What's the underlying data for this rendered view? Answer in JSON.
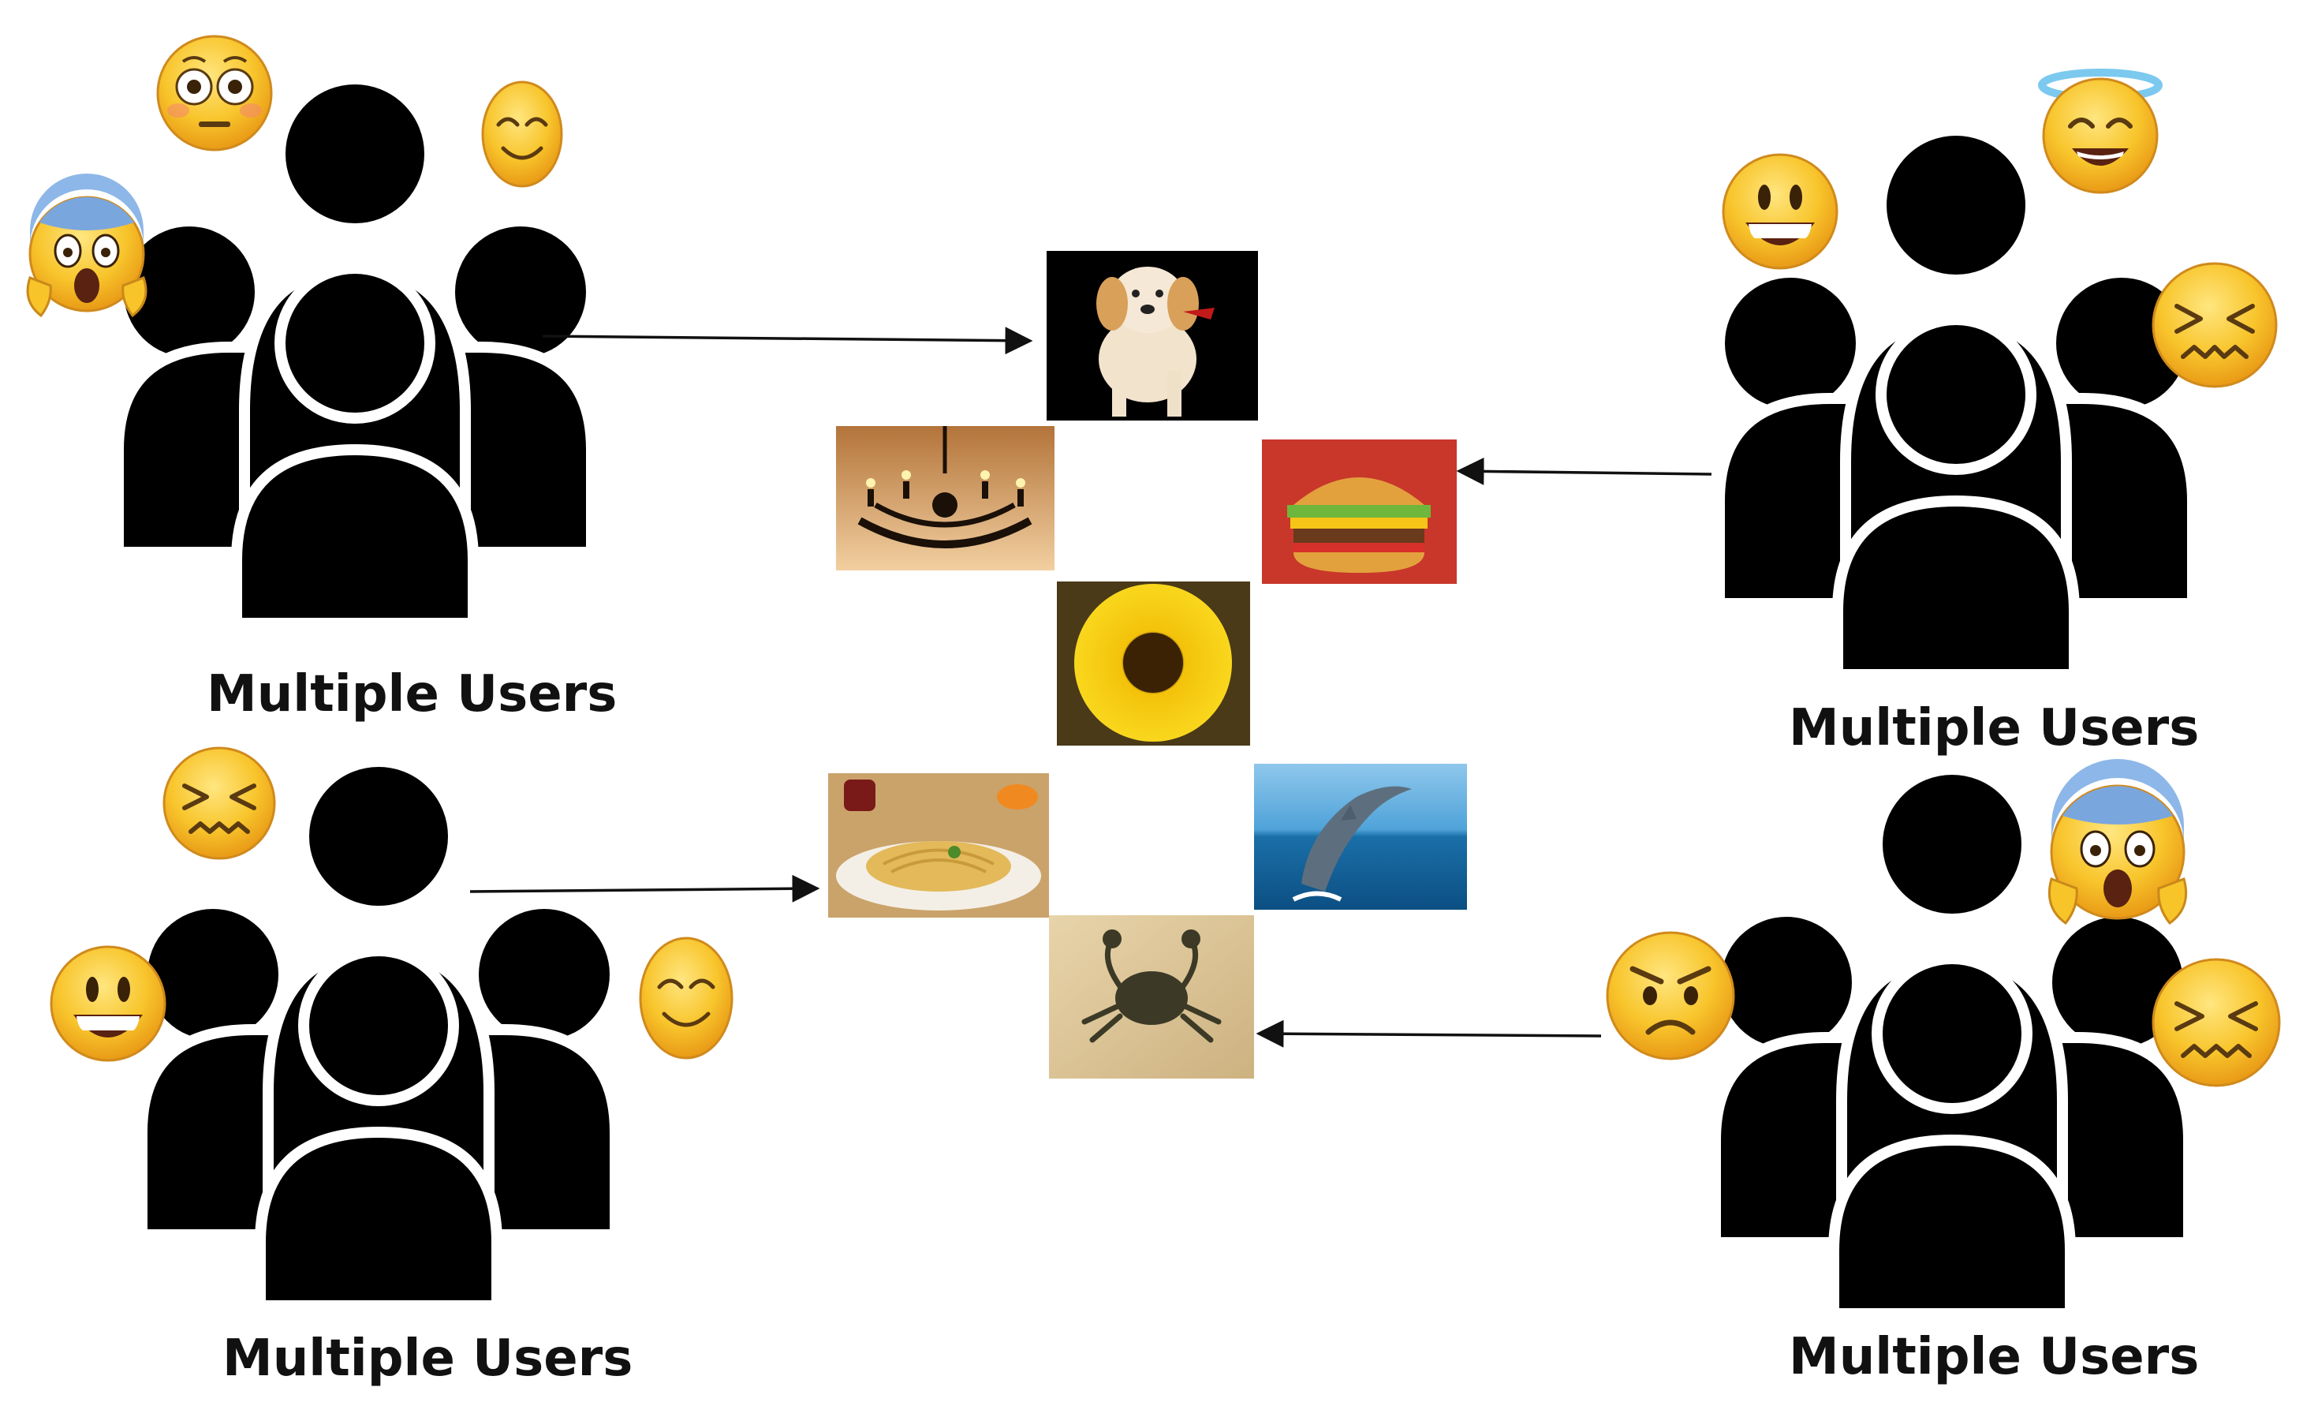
{
  "groups": [
    {
      "label": "Multiple Users",
      "emojis": [
        "flushed-face",
        "smiling-face",
        "screaming-face"
      ],
      "points_to": "dog-photo"
    },
    {
      "label": "Multiple Users",
      "emojis": [
        "smiling-face-with-halo",
        "grinning-face",
        "confounded-face"
      ],
      "points_to": "burger-photo"
    },
    {
      "label": "Multiple Users",
      "emojis": [
        "confounded-face",
        "grinning-face",
        "smiling-face"
      ],
      "points_to": "pasta-photo"
    },
    {
      "label": "Multiple Users",
      "emojis": [
        "screaming-face",
        "angry-face",
        "confounded-face"
      ],
      "points_to": "crab-photo"
    }
  ],
  "images": [
    "dog",
    "chandelier",
    "burger",
    "sunflower",
    "pasta",
    "dolphin",
    "crab"
  ],
  "colors": {
    "silhouette": "#000000",
    "emoji_face": "#f7c42a",
    "emoji_outline": "#c9891a",
    "arrow": "#111111"
  }
}
